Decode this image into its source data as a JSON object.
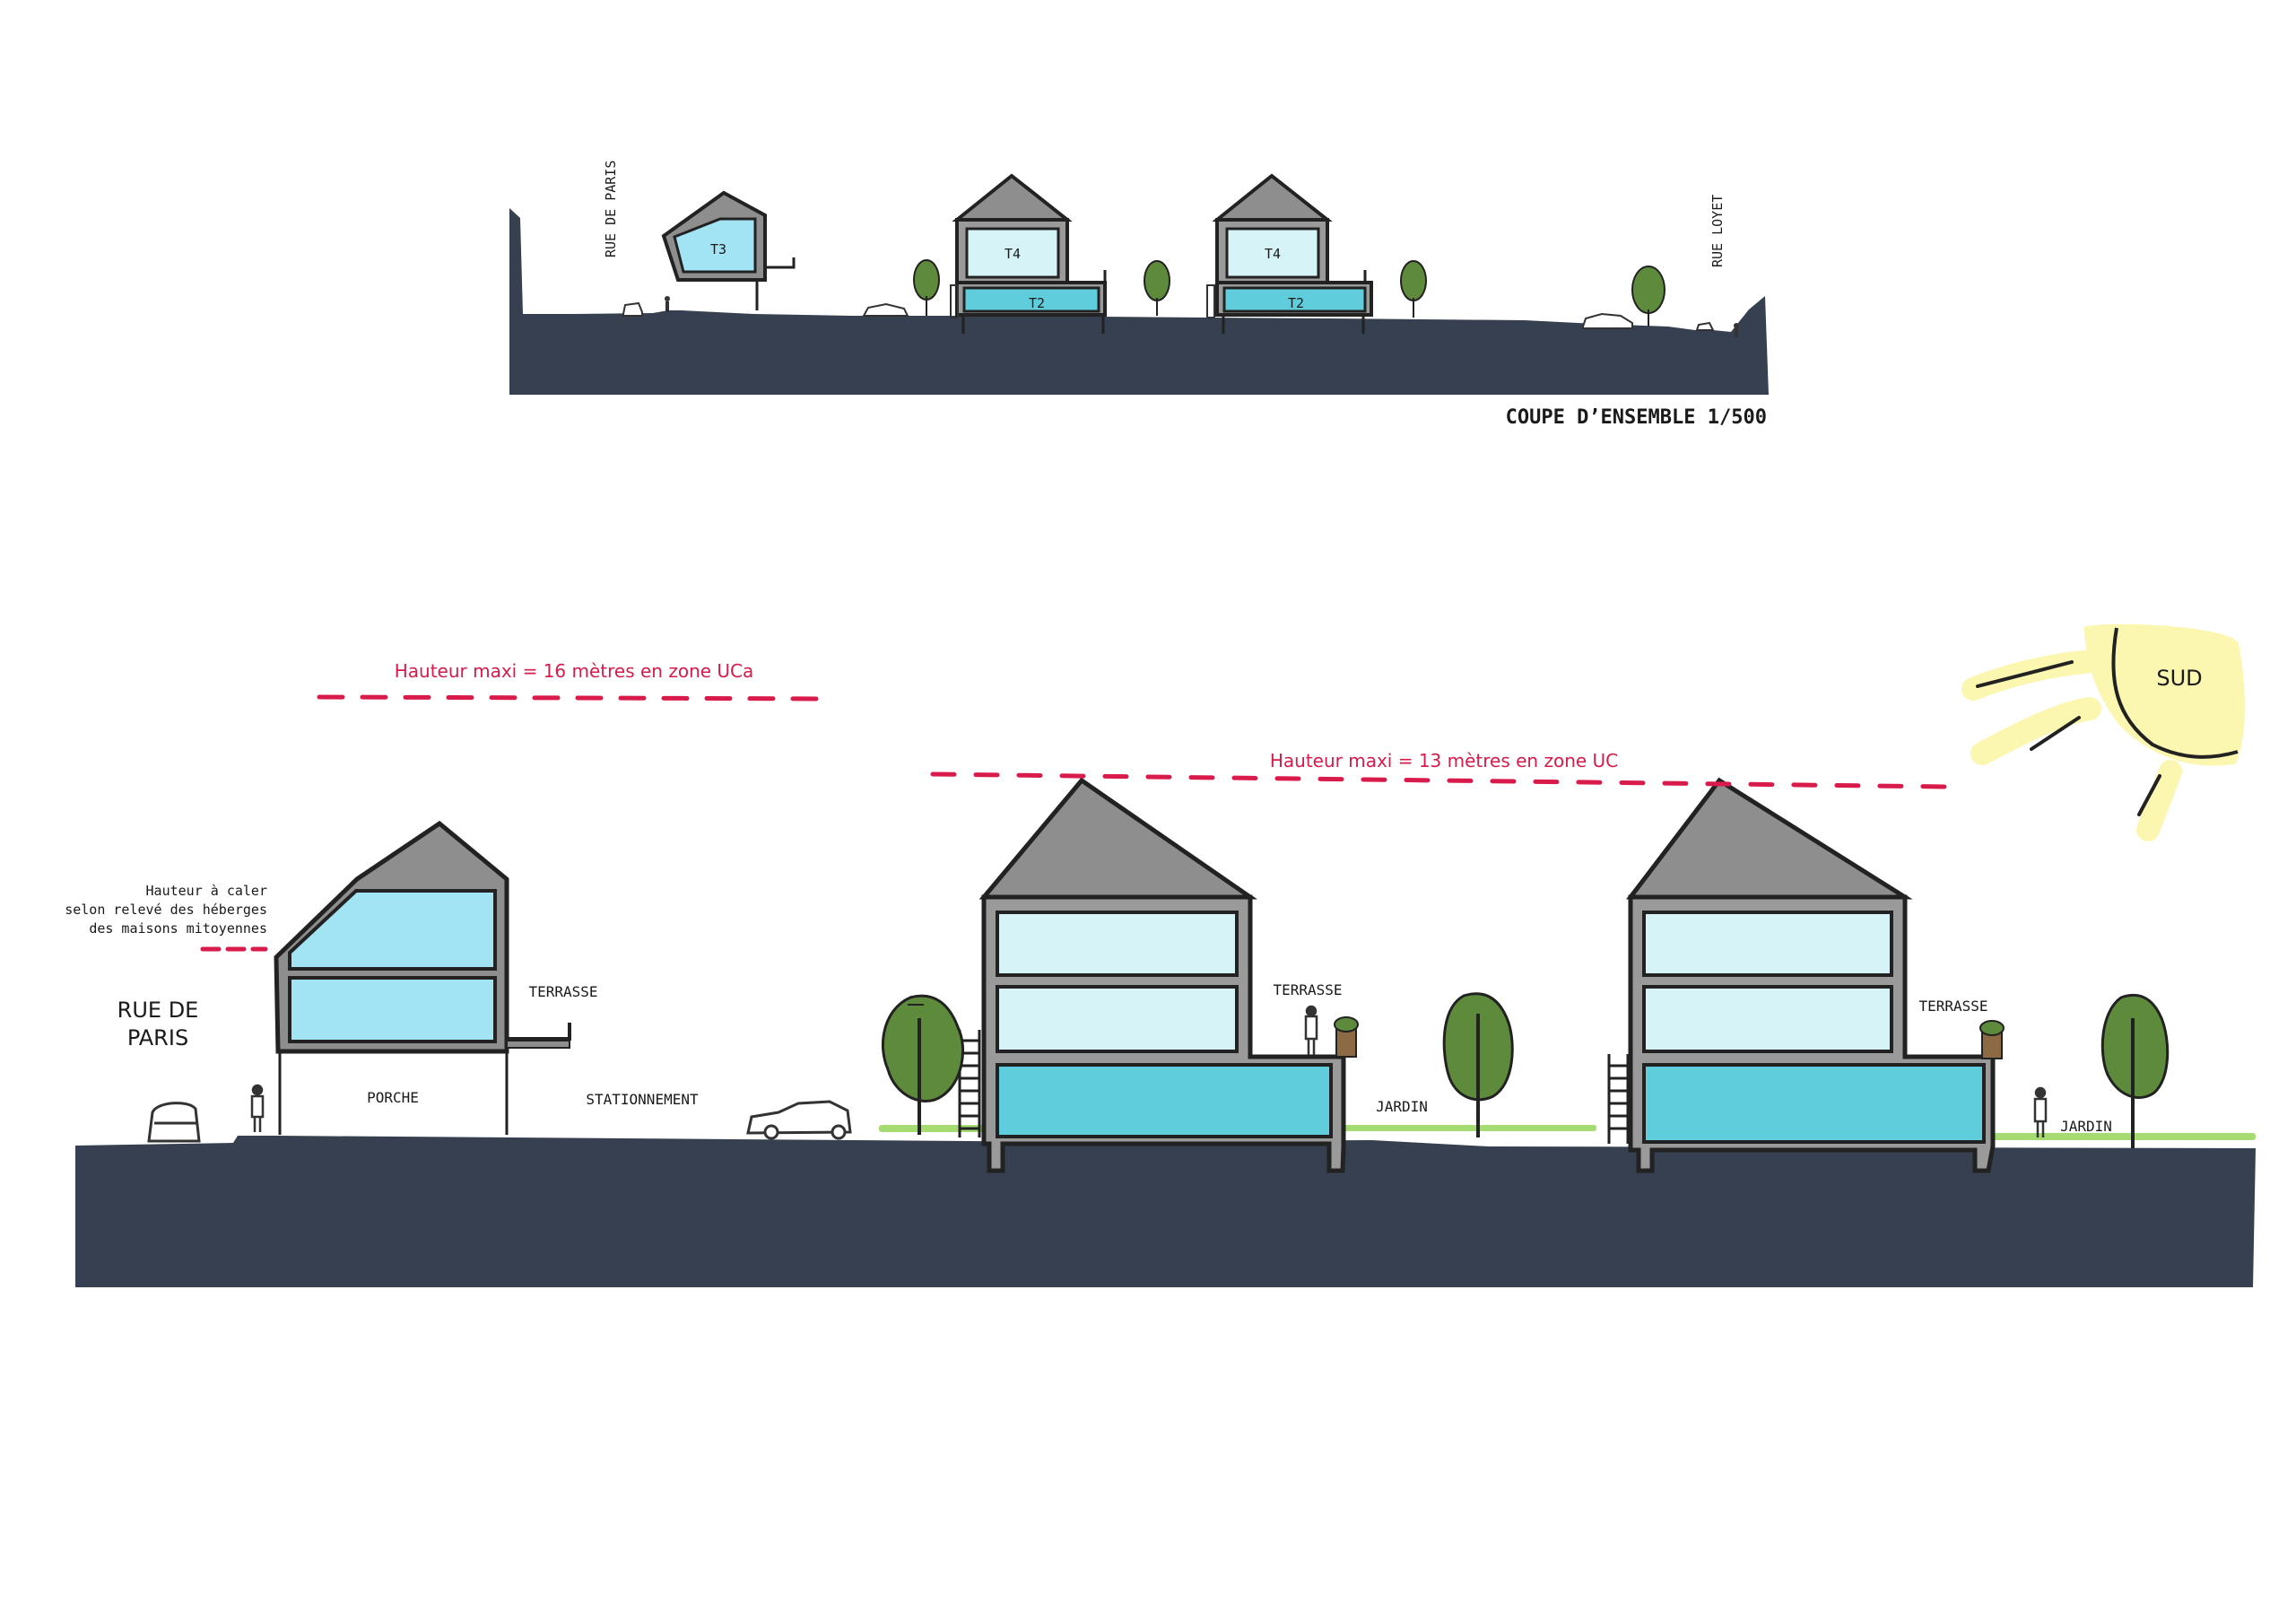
{
  "overview": {
    "title": "COUPE D’ENSEMBLE 1/500",
    "street_left": "RUE DE PARIS",
    "street_right": "RUE LOYET",
    "units": [
      "T3",
      "T4",
      "T2",
      "T4",
      "T2"
    ]
  },
  "section": {
    "street": [
      "RUE DE",
      "PARIS"
    ],
    "note": [
      "Hauteur à caler",
      "selon relevé des héberges",
      "des maisons mitoyennes"
    ],
    "height_uca": "Hauteur maxi = 16 mètres en zone UCa",
    "height_uc": "Hauteur maxi = 13 mètres en zone UC",
    "sun": "SUD",
    "porche": "PORCHE",
    "stationnement": "STATIONNEMENT",
    "terrasse": "TERRASSE",
    "jardin": "JARDIN"
  },
  "colors": {
    "ground": "#364050",
    "roof": "#8e8e8e",
    "wall": "#9a9a9a",
    "glass_light": "#d6f4f8",
    "glass_mid": "#a2e3f4",
    "glass_dark": "#5fcddc",
    "tree": "#5e8a3c",
    "grass": "#a6db72",
    "height_line": "#d81b4a",
    "sun": "#fbf7b0"
  }
}
